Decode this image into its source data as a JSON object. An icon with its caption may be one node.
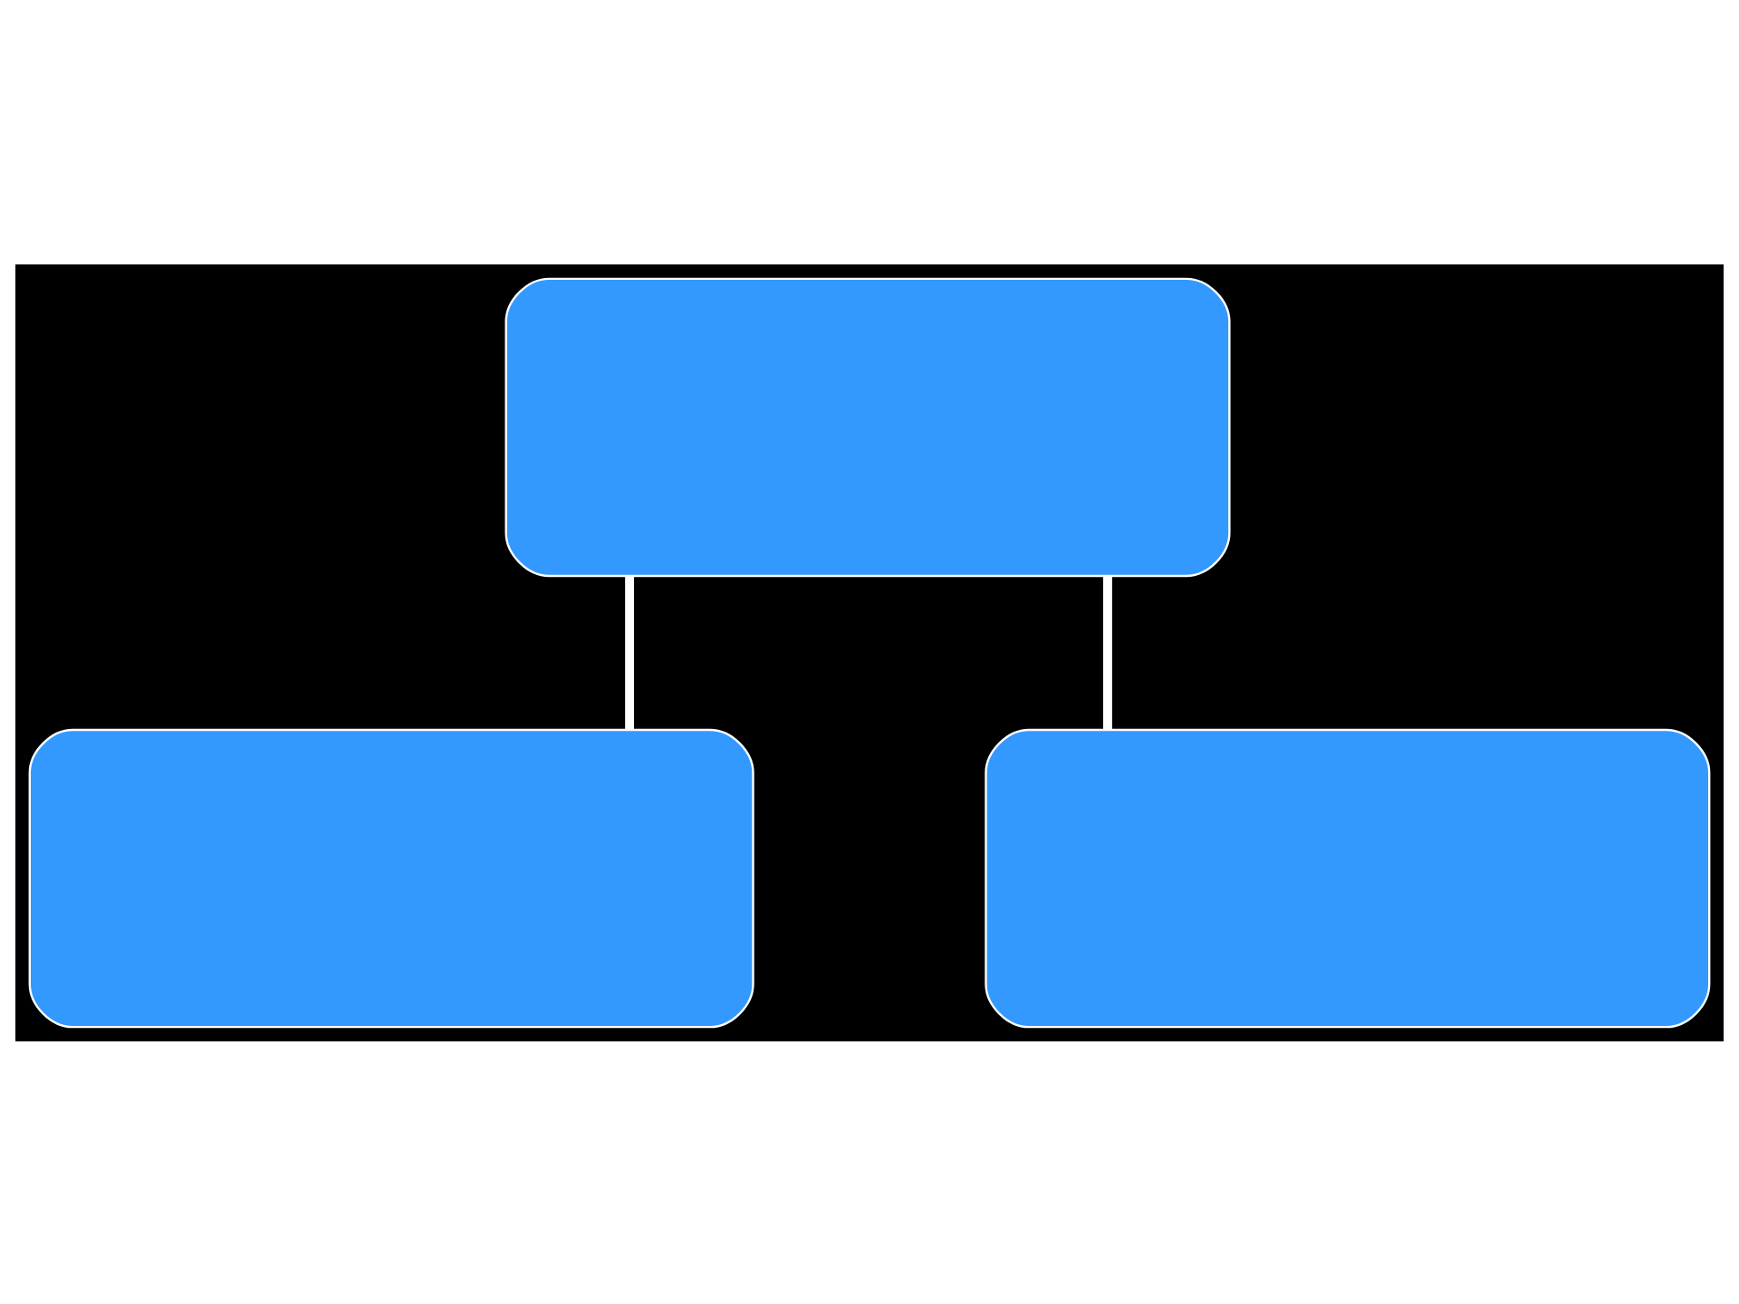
{
  "diagram": {
    "nodes": [
      {
        "text": [],
        "shape": "box"
      },
      {
        "text": [],
        "shape": "box"
      },
      {
        "text": [],
        "shape": "box"
      }
    ],
    "edges": [
      {
        "from": 0,
        "to": 1,
        "arrow": "none"
      },
      {
        "from": 0,
        "to": 2,
        "arrow": "none"
      }
    ]
  }
}
